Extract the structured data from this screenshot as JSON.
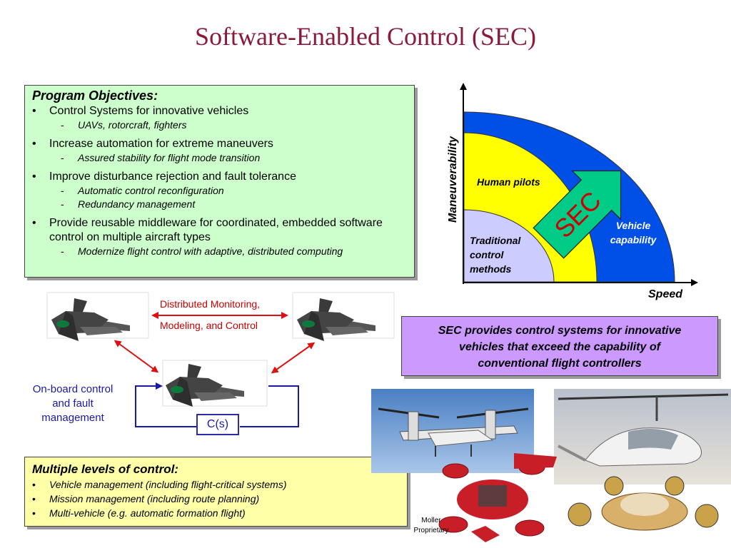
{
  "title": "Software-Enabled Control (SEC)",
  "objectives": {
    "heading": "Program Objectives:",
    "items": [
      {
        "text": "Control Systems for innovative vehicles",
        "subs": [
          "UAVs, rotorcraft, fighters"
        ]
      },
      {
        "text": "Increase automation for extreme maneuvers",
        "subs": [
          "Assured stability for flight mode transition"
        ]
      },
      {
        "text": "Improve disturbance rejection and fault tolerance",
        "subs": [
          "Automatic control reconfiguration",
          "Redundancy management"
        ]
      },
      {
        "text": "Provide reusable middleware for coordinated, embedded software control on multiple aircraft types",
        "subs": [
          "Modernize flight control with adaptive, distributed computing"
        ]
      }
    ]
  },
  "capability_chart": {
    "y_axis_label": "Maneuverability",
    "x_axis_label": "Speed",
    "regions": {
      "traditional": "Traditional control methods",
      "human": "Human pilots",
      "vehicle": "Vehicle capability",
      "sec_arrow": "SEC"
    },
    "colors": {
      "vehicle": "#0050e8",
      "human": "#ffff00",
      "traditional": "#ccccff",
      "sec": "#00cc88"
    }
  },
  "diagram": {
    "distributed_line1": "Distributed Monitoring,",
    "distributed_line2": "Modeling, and Control",
    "onboard_line1": "On-board control",
    "onboard_line2": "and fault",
    "onboard_line3": "management",
    "controller": "C(s)"
  },
  "sec_statement": {
    "line1": "SEC provides control systems for innovative",
    "line2": "vehicles that exceed the capability of",
    "line3": "conventional flight controllers"
  },
  "levels": {
    "heading": "Multiple levels of control:",
    "items": [
      "Vehicle management (including flight-critical  systems)",
      "Mission management (including route planning)",
      "Multi-vehicle (e.g. automatic formation flight)"
    ]
  },
  "photo_caption": {
    "line1": "Moller",
    "line2": "Proprietary"
  }
}
